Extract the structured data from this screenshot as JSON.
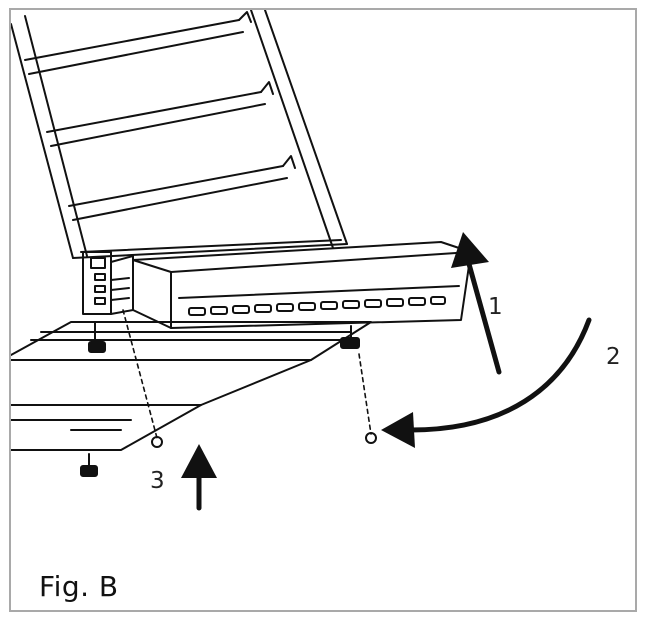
{
  "figure": {
    "caption": "Fig. B",
    "step_labels": [
      "1",
      "2",
      "3"
    ]
  },
  "colors": {
    "line": "#111111",
    "frame_border": "#a9a9a9",
    "background": "#ffffff"
  }
}
